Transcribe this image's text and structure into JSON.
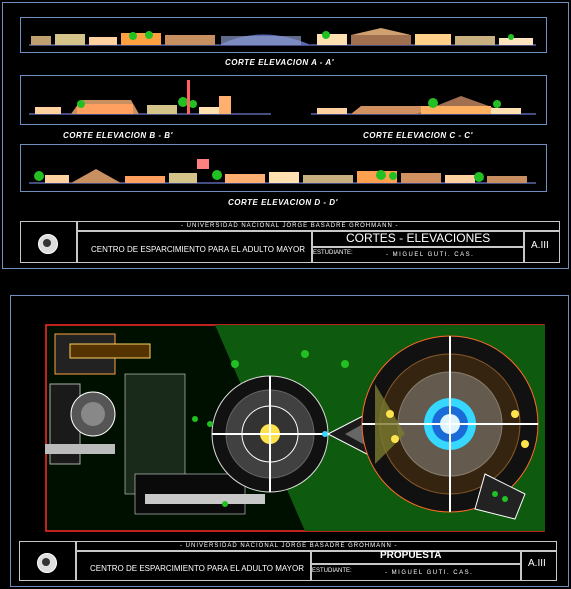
{
  "sheet1": {
    "captions": {
      "a": "CORTE  ELEVACION A - A'",
      "b": "CORTE  ELEVACION B - B'",
      "c": "CORTE  ELEVACION C - C'",
      "d": "CORTE  ELEVACION D - D'"
    },
    "title_block": {
      "university": "- UNIVERSIDAD NACIONAL JORGE BASADRE GROHMANN -",
      "project": "CENTRO DE ESPARCIMIENTO PARA EL ADULTO MAYOR",
      "sheet_title": "CORTES - ELEVACIONES",
      "student_label": "ESTUDIANTE:",
      "student_name": "- MIGUEL GUTI. CAS.",
      "sheet_number": "A.III"
    }
  },
  "sheet2": {
    "title_block": {
      "university": "- UNIVERSIDAD NACIONAL JORGE BASADRE GROHMANN -",
      "project": "CENTRO DE ESPARCIMIENTO PARA EL ADULTO MAYOR",
      "sheet_title": "PROPUESTA",
      "student_label": "ESTUDIANTE:",
      "student_name": "- MIGUEL GUTI. CAS.",
      "sheet_number": "A.III"
    }
  },
  "colors": {
    "frame": "#6f8fbf",
    "plan_border": "#ff2a2a",
    "green": "#22c022",
    "accent_cyan": "#36d8ff",
    "accent_yellow": "#ffe34d"
  }
}
